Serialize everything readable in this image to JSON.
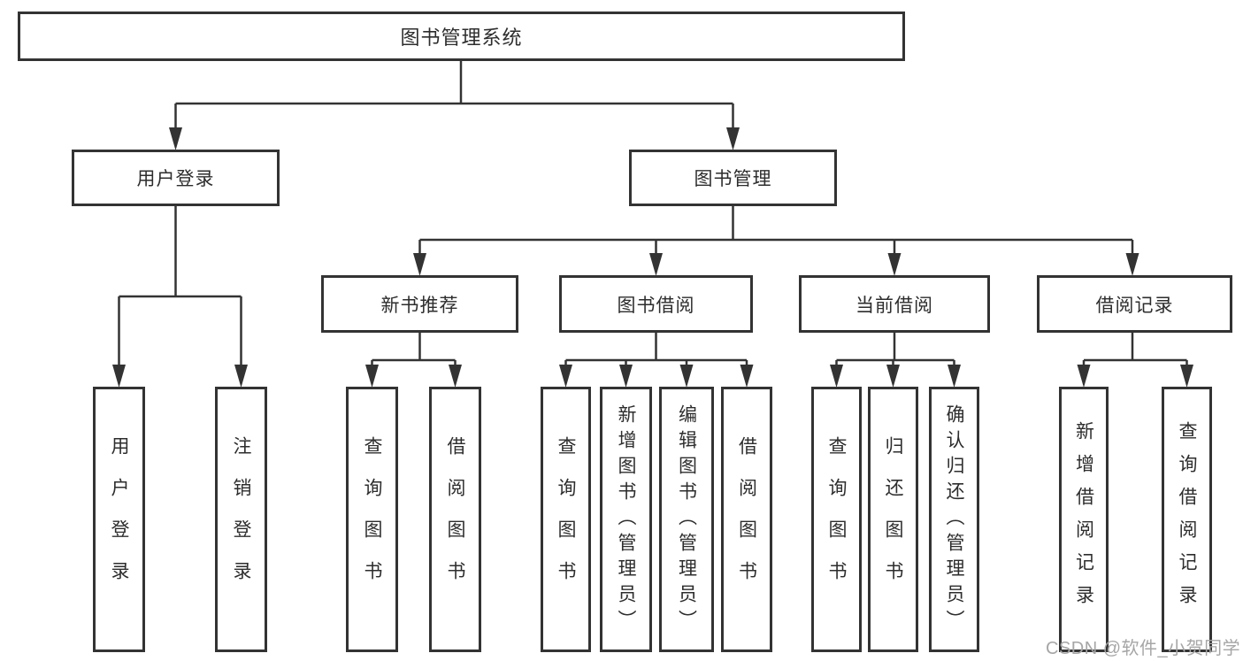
{
  "diagram": {
    "root": "图书管理系统",
    "level2": [
      "用户登录",
      "图书管理"
    ],
    "level3": [
      "新书推荐",
      "图书借阅",
      "当前借阅",
      "借阅记录"
    ],
    "leaves": [
      "用户登录",
      "注销登录",
      "查询图书",
      "借阅图书",
      "查询图书",
      "新增图书（管理员）",
      "编辑图书（管理员）",
      "借阅图书",
      "查询图书",
      "归还图书",
      "确认归还（管理员）",
      "新增借阅记录",
      "查询借阅记录"
    ]
  },
  "watermark": "CSDN @软件_小贺同学",
  "colors": {
    "line": "#333333",
    "box_border": "#333333",
    "box_fill": "#ffffff",
    "text": "#2d2d2d",
    "watermark": "#a6a6a6"
  }
}
